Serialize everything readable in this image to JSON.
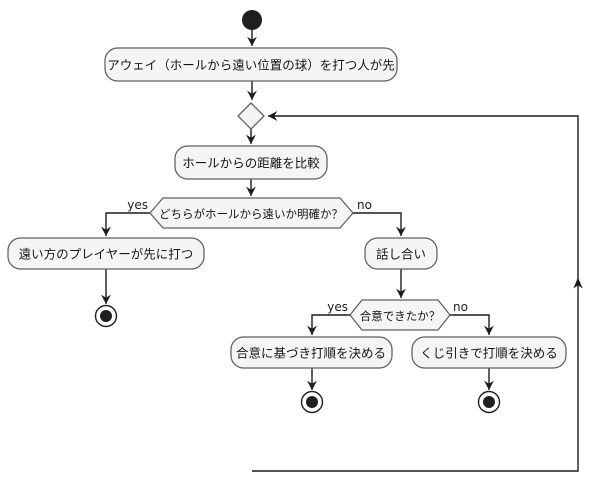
{
  "diagram": {
    "type": "activity-flowchart",
    "background": "#ffffff",
    "colors": {
      "background": "#ffffff",
      "node_fill": "#f5f5f5",
      "node_border": "#5f5f5f",
      "edge": "#1c1c1c",
      "text": "#161616",
      "terminal": "#1f1f1f"
    },
    "nodes": {
      "away_first": {
        "label": "アウェイ（ホールから遠い位置の球）を打つ人が先"
      },
      "compare_distance": {
        "label": "ホールからの距離を比較"
      },
      "which_farther": {
        "label": "どちらがホールから遠いか明確か？",
        "yes_label": "yes",
        "no_label": "no"
      },
      "far_player_first": {
        "label": "遠い方のプレイヤーが先に打つ"
      },
      "discussion": {
        "label": "話し合い"
      },
      "agreed": {
        "label": "合意できたか？",
        "yes_label": "yes",
        "no_label": "no"
      },
      "decide_by_agreement": {
        "label": "合意に基づき打順を決める"
      },
      "decide_by_lottery": {
        "label": "くじ引きで打順を決める"
      }
    }
  }
}
